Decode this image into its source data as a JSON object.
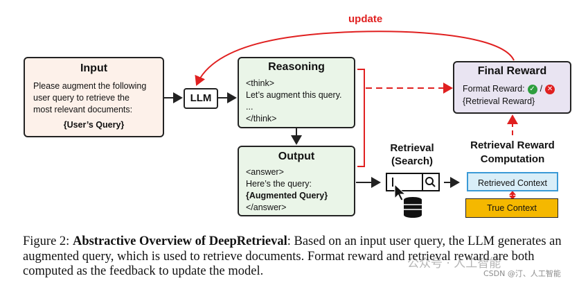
{
  "diagram": {
    "update_label": "update",
    "input": {
      "title": "Input",
      "lines": [
        "Please augment the following",
        "user query to retrieve the",
        "most relevant documents:"
      ],
      "query": "{User’s Query}"
    },
    "llm_label": "LLM",
    "reasoning": {
      "title": "Reasoning",
      "lines": [
        "<think>",
        "Let’s augment this query.",
        "...",
        "</think>"
      ]
    },
    "output": {
      "title": "Output",
      "line1": "<answer>",
      "line2": "Here’s the query:",
      "line3": "{Augmented Query}",
      "line4": "</answer>"
    },
    "retrieval": {
      "line1": "Retrieval",
      "line2": "(Search)"
    },
    "final_reward": {
      "title": "Final Reward",
      "format_label": "Format Reward:",
      "slash": "/",
      "retrieval_reward": "{Retrieval Reward}"
    },
    "reward_computation": {
      "line1": "Retrieval Reward",
      "line2": "Computation"
    },
    "retrieved_context": "Retrieved Context",
    "true_context": "True Context",
    "colors": {
      "red": "#e02020",
      "input_bg": "#fdf1ea",
      "green_bg": "#eaf5e8",
      "purple_bg": "#e9e4f2",
      "blue_box": "#d9eef8",
      "blue_border": "#3a9ad6",
      "gold_box": "#f5b800"
    },
    "icons": [
      "arrow-right-icon",
      "search-icon",
      "cursor-icon",
      "database-icon",
      "check-icon",
      "cross-icon"
    ]
  },
  "caption": {
    "label": "Figure 2:",
    "bold": "Abstractive Overview of DeepRetrieval",
    "rest": ": Based on an input user query, the LLM generates an augmented query, which is used to retrieve documents. Format reward and retrieval reward are both computed as the feedback to update the model."
  },
  "watermark": {
    "line1": "公众号 · 人工智能",
    "line2": "CSDN @汀、人工智能"
  }
}
